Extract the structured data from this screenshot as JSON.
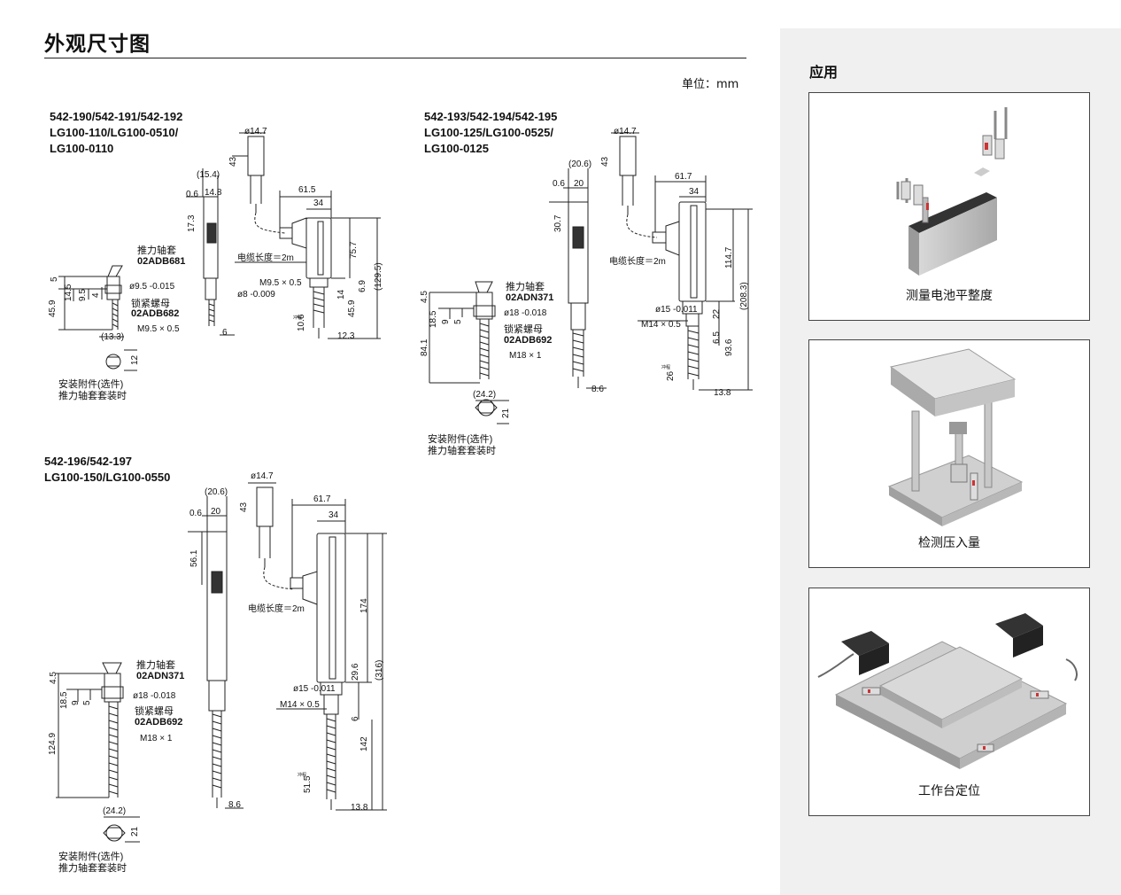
{
  "page": {
    "title": "外观尺寸图",
    "unit": "单位：mm"
  },
  "models": [
    {
      "lines": [
        "542-190/542-191/542-192",
        "LG100-110/LG100-0510/",
        "LG100-0110"
      ]
    },
    {
      "lines": [
        "542-193/542-194/542-195",
        "LG100-125/LG100-0525/",
        "LG100-0125"
      ]
    },
    {
      "lines": [
        "542-196/542-197",
        "LG100-150/LG100-0550"
      ]
    }
  ],
  "drawing1": {
    "d_cable_head": "ø14.7",
    "d_43": "43",
    "d_15_4": "(15.4)",
    "d_0_6": "0.6",
    "d_14_8": "14.8",
    "d_17_3": "17.3",
    "d_61_5": "61.5",
    "d_34": "34",
    "d_75_7": "75.7",
    "d_129_5": "(129.5)",
    "cable": "电缆长度＝2m",
    "stem_thread": "M9.5 × 0.5",
    "stem_dia": "ø8 -0.009",
    "d_14": "14",
    "d_6_9": "6.9",
    "d_45_9b": "45.9",
    "d_10_6": "10.6",
    "stroke": "冲程",
    "d_12_3": "12.3",
    "d_6": "6",
    "bushing_label": "推力轴套",
    "bushing_code": "02ADB681",
    "nut_label": "锁紧螺母",
    "nut_code": "02ADB682",
    "nut_thread": "M9.5 × 0.5",
    "bushing_dia": "ø9.5 -0.015",
    "d_5": "5",
    "d_14_5": "14.5",
    "d_9_5": "9.5",
    "d_4": "4",
    "d_45_9": "45.9",
    "d_13_3": "(13.3)",
    "d_12": "12",
    "accessory_1": "安装附件(选件)",
    "accessory_2": "推力轴套套装时"
  },
  "drawing2": {
    "d_cable_head": "ø14.7",
    "d_43": "43",
    "d_20_6": "(20.6)",
    "d_0_6": "0.6",
    "d_20": "20",
    "d_30_7": "30.7",
    "d_61_7": "61.7",
    "d_34": "34",
    "d_114_7": "114.7",
    "d_208_3": "(208.3)",
    "cable": "电缆长度＝2m",
    "stem_dia": "ø15 -0.011",
    "stem_thread": "M14 × 0.5",
    "d_22": "22",
    "d_6_5": "6.5",
    "d_93_6": "93.6",
    "d_26": "26",
    "stroke": "冲程",
    "d_13_8": "13.8",
    "d_8_6": "8.6",
    "bushing_label": "推力轴套",
    "bushing_code": "02ADN371",
    "bushing_dia": "ø18 -0.018",
    "nut_label": "锁紧螺母",
    "nut_code": "02ADB692",
    "nut_thread": "M18 × 1",
    "d_4_5": "4.5",
    "d_18_5": "18.5",
    "d_9": "9",
    "d_5": "5",
    "d_84_1": "84.1",
    "d_24_2": "(24.2)",
    "d_21": "21",
    "accessory_1": "安装附件(选件)",
    "accessory_2": "推力轴套套装时"
  },
  "drawing3": {
    "d_cable_head": "ø14.7",
    "d_43": "43",
    "d_20_6": "(20.6)",
    "d_0_6": "0.6",
    "d_20": "20",
    "d_56_1": "56.1",
    "d_61_7": "61.7",
    "d_34": "34",
    "d_174": "174",
    "d_316": "(316)",
    "cable": "电缆长度＝2m",
    "stem_dia": "ø15 -0.011",
    "stem_thread": "M14 × 0.5",
    "d_29_6": "29.6",
    "d_6": "6",
    "d_142": "142",
    "d_51_5": "51.5",
    "stroke": "冲程",
    "d_13_8": "13.8",
    "d_8_6": "8.6",
    "bushing_label": "推力轴套",
    "bushing_code": "02ADN371",
    "bushing_dia": "ø18 -0.018",
    "nut_label": "锁紧螺母",
    "nut_code": "02ADB692",
    "nut_thread": "M18 × 1",
    "d_4_5": "4.5",
    "d_18_5": "18.5",
    "d_9": "9",
    "d_5": "5",
    "d_124_9": "124.9",
    "d_24_2": "(24.2)",
    "d_21": "21",
    "accessory_1": "安装附件(选件)",
    "accessory_2": "推力轴套套装时"
  },
  "applications": {
    "title": "应用",
    "items": [
      {
        "caption": "测量电池平整度",
        "icon": "battery-flatness-illustration"
      },
      {
        "caption": "检测压入量",
        "icon": "press-fit-illustration"
      },
      {
        "caption": "工作台定位",
        "icon": "stage-positioning-illustration"
      }
    ]
  }
}
